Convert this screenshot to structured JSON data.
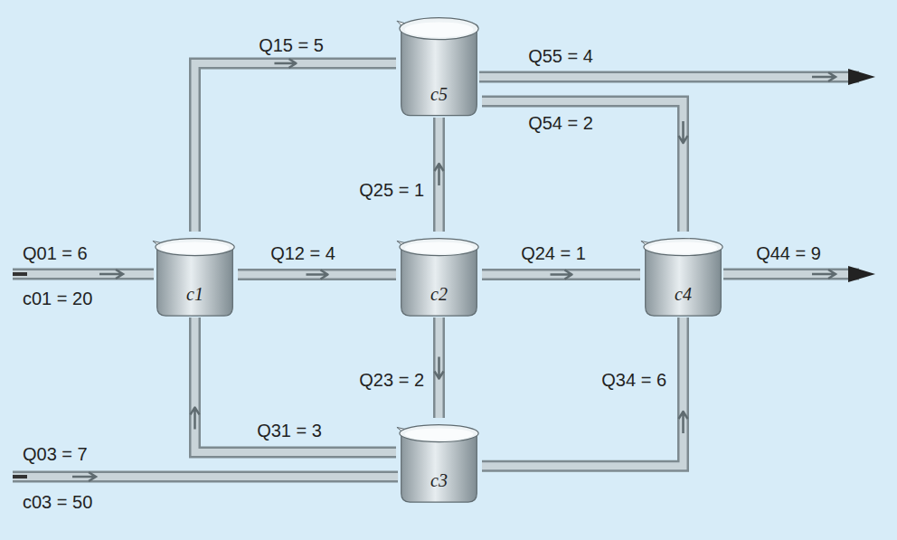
{
  "diagram": {
    "nodes": [
      {
        "text": [
          "c1"
        ]
      },
      {
        "text": [
          "c2"
        ]
      },
      {
        "text": [
          "c3"
        ]
      },
      {
        "text": [
          "c4"
        ]
      },
      {
        "text": [
          "c5"
        ]
      }
    ],
    "edges": [
      {
        "from": 0,
        "to": 4,
        "arrow": "to",
        "label": "Q15 = 5"
      },
      {
        "from": 0,
        "to": 1,
        "arrow": "to",
        "label": "Q12 = 4"
      },
      {
        "from": 1,
        "to": 4,
        "arrow": "to",
        "label": "Q25 = 1"
      },
      {
        "from": 1,
        "to": 3,
        "arrow": "to",
        "label": "Q24 = 1"
      },
      {
        "from": 1,
        "to": 2,
        "arrow": "to",
        "label": "Q23 = 2"
      },
      {
        "from": 2,
        "to": 0,
        "arrow": "to",
        "label": "Q31 = 3"
      },
      {
        "from": 2,
        "to": 3,
        "arrow": "to",
        "label": "Q34 = 6"
      },
      {
        "from": 4,
        "to": 3,
        "arrow": "to",
        "label": "Q54 = 2"
      }
    ],
    "labels": [
      "Q01 = 6",
      "c01 = 20",
      "Q03 = 7",
      "c03 = 50",
      "Q55 = 4",
      "Q44 = 9"
    ]
  }
}
